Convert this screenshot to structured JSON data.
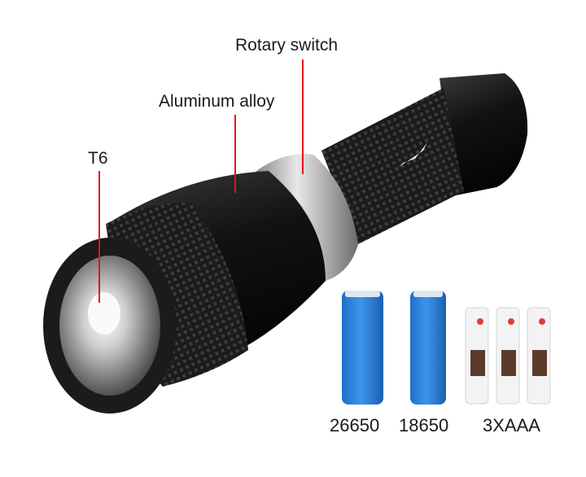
{
  "callouts": [
    {
      "id": "rotary-switch",
      "label": "Rotary switch"
    },
    {
      "id": "aluminum-alloy",
      "label": "Aluminum alloy"
    },
    {
      "id": "led",
      "label": "T6"
    }
  ],
  "batteries": [
    {
      "label": "26650",
      "color": "#2b7fd6"
    },
    {
      "label": "18650",
      "color": "#2b7fd6"
    },
    {
      "label": "3XAAA",
      "color": "#f2f2f2"
    }
  ],
  "colors": {
    "callout_line": "#e3121b",
    "body": "#151515",
    "bezel": "#b9b9b9"
  }
}
